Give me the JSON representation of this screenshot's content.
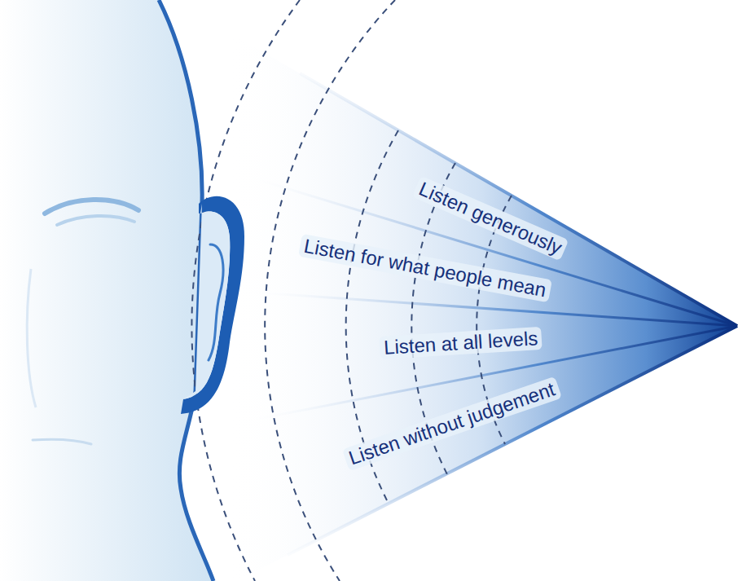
{
  "diagram": {
    "labels": [
      "Listen generously",
      "Listen for what people mean",
      "Listen at all levels",
      "Listen without judgement"
    ]
  }
}
